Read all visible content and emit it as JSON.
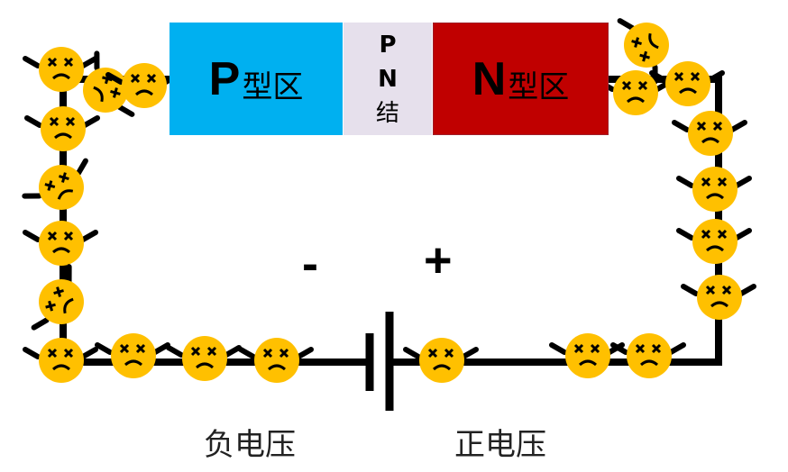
{
  "p_region": {
    "letter": "P",
    "suffix": "型区"
  },
  "junction": {
    "line1": "P",
    "line2": "N",
    "line3": "结"
  },
  "n_region": {
    "letter": "N",
    "suffix": "型区"
  },
  "minus_sign": "-",
  "plus_sign": "+",
  "negative_voltage": "负电压",
  "positive_voltage": "正电压",
  "colors": {
    "p": "#00B0F0",
    "n": "#C00000",
    "junction": "#E6E0EC",
    "electron": "#FFC000"
  }
}
